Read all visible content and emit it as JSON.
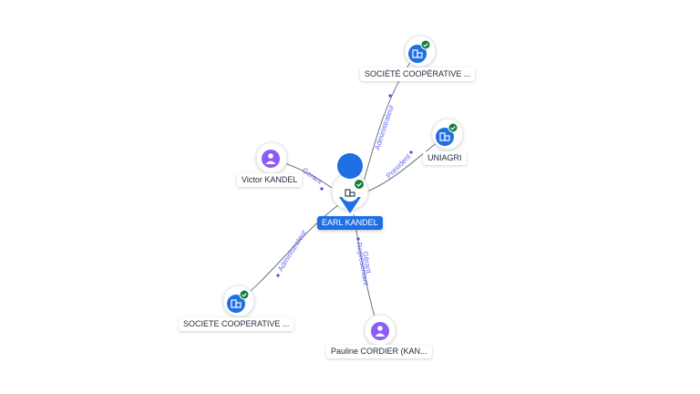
{
  "colors": {
    "company": "#1f6fe5",
    "person": "#8b5cf6",
    "verified": "#15803d",
    "edge_label": "#6366f1",
    "edge": "#6b7280"
  },
  "nodes": {
    "center": {
      "label": "EARL KANDEL",
      "icon": "company-icon",
      "verified": true
    },
    "scoop_top": {
      "label": "SOCIÉTÉ COOPÉRATIVE ...",
      "icon": "company-icon",
      "verified": true
    },
    "uniagri": {
      "label": "UNIAGRI",
      "icon": "company-icon",
      "verified": true
    },
    "victor": {
      "label": "Victor KANDEL",
      "icon": "person-icon"
    },
    "scoop_bottom": {
      "label": "SOCIETE COOPERATIVE ...",
      "icon": "company-icon",
      "verified": true
    },
    "pauline": {
      "label": "Pauline CORDIER (KAN...",
      "icon": "person-icon"
    }
  },
  "edges": {
    "to_scoop_top": "Administrateur",
    "to_uniagri": "President",
    "to_victor": "Gerant",
    "to_scoop_bottom": "Administrateur",
    "to_pauline_1": "Gérant",
    "to_pauline_2": "Représentant"
  }
}
